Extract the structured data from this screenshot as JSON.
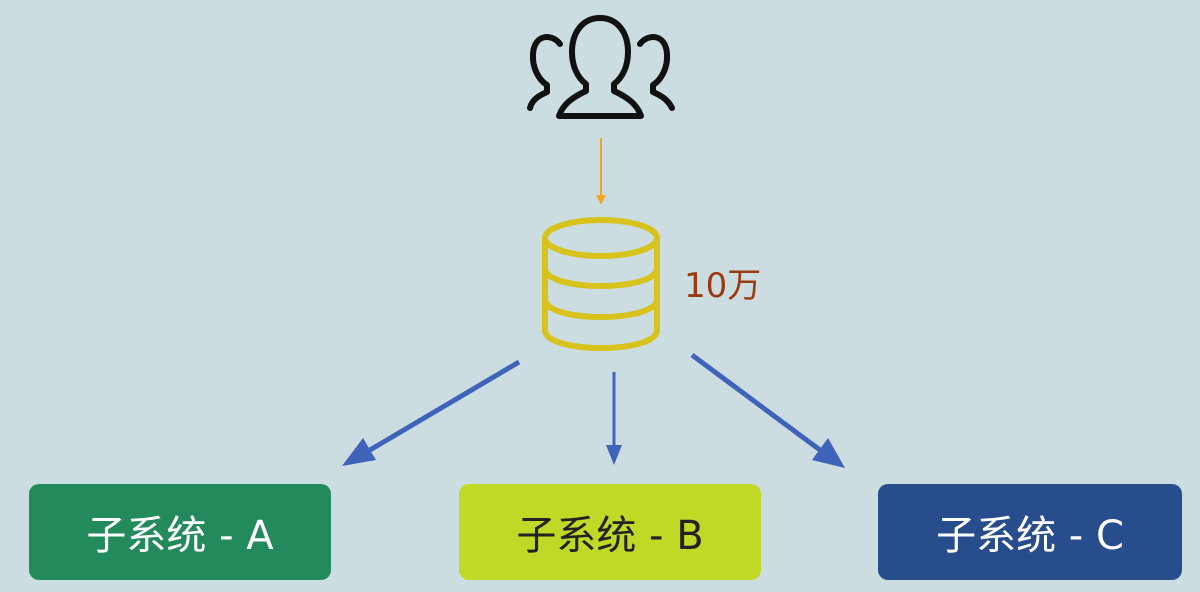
{
  "database": {
    "count_label": "10万",
    "color": "#d8c21c"
  },
  "arrows": {
    "user_to_db_color": "#f0a820",
    "db_to_subsystem_color": "#3f63b8"
  },
  "subsystems": [
    {
      "label": "子系统 - A",
      "color": "#238a5c",
      "text_color": "#ffffff"
    },
    {
      "label": "子系统 - B",
      "color": "#c0d926",
      "text_color": "#222222"
    },
    {
      "label": "子系统 - C",
      "color": "#284d8c",
      "text_color": "#ffffff"
    }
  ],
  "icons": {
    "users": "users-icon",
    "database": "database-icon"
  }
}
